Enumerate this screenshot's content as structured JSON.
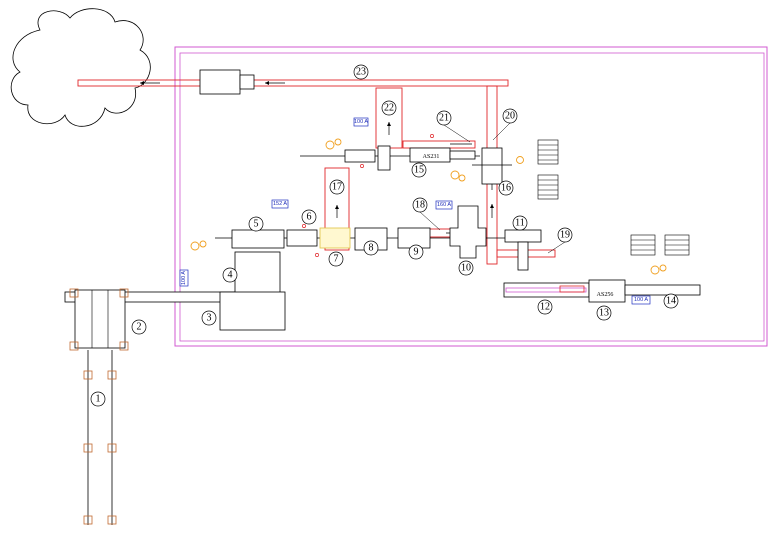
{
  "layout": {
    "station_numbers": [
      "1",
      "2",
      "3",
      "4",
      "5",
      "6",
      "7",
      "8",
      "9",
      "10",
      "11",
      "12",
      "13",
      "14",
      "15",
      "16",
      "17",
      "18",
      "19",
      "20",
      "21",
      "22",
      "23"
    ],
    "tags": {
      "t100_top": "100 A",
      "t152": "152 A",
      "t160": "160 A",
      "t100_left": "100 A",
      "t100_right": "100 A"
    },
    "labels": {
      "as231": "AS231",
      "as256": "AS256"
    }
  },
  "colors": {
    "outer_border": "#d05ad0",
    "conveyor_red": "#e0262a",
    "tag_blue": "#2030c0",
    "fan_orange": "#f0a020",
    "equipment": "#000000",
    "support_brown": "#c06a30"
  }
}
